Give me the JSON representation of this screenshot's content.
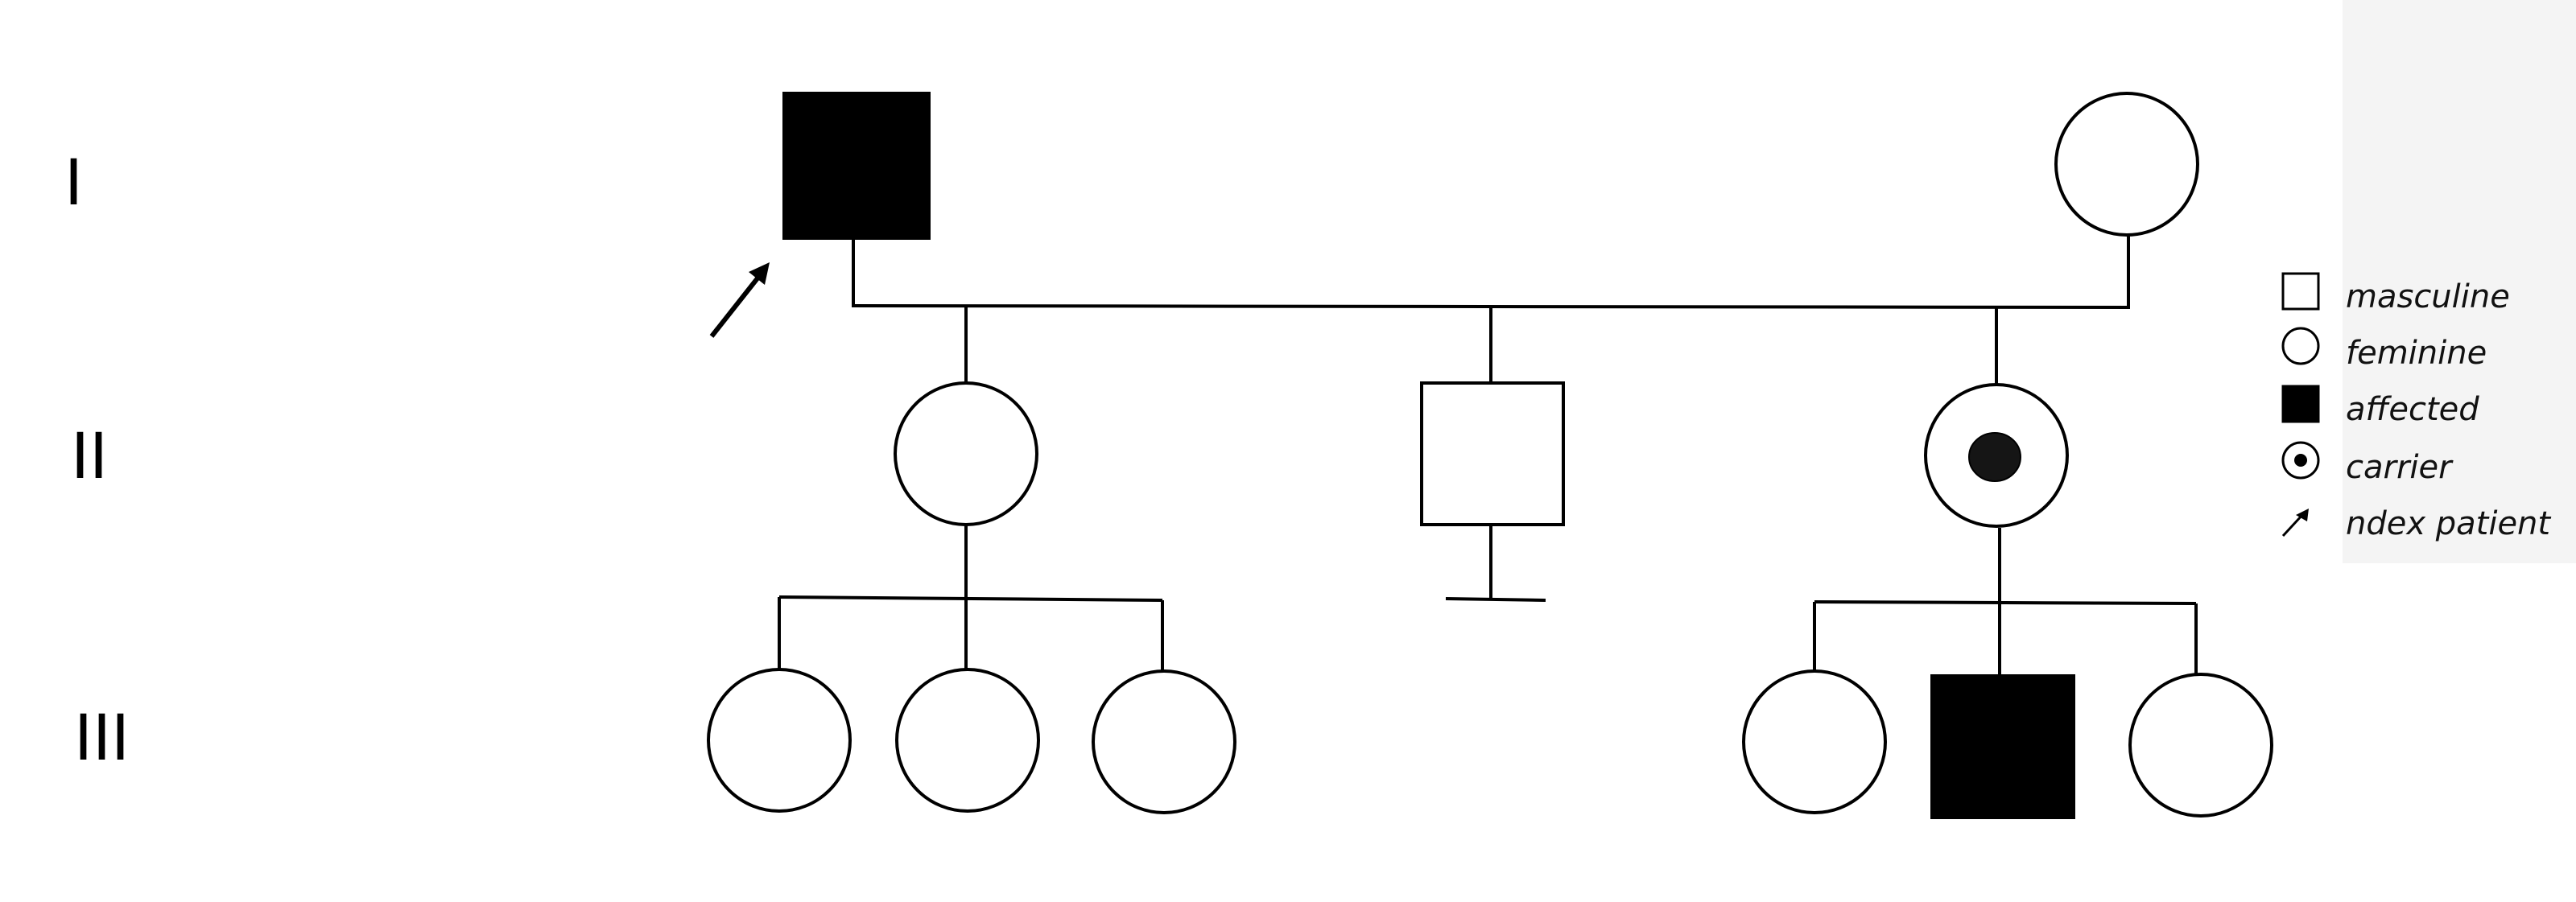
{
  "generations": [
    {
      "label": "I"
    },
    {
      "label": "II"
    },
    {
      "label": "III"
    }
  ],
  "individuals": {
    "I-1": {
      "sex": "male",
      "status": "affected",
      "index_patient": true
    },
    "I-2": {
      "sex": "female",
      "status": "unaffected"
    },
    "II-1": {
      "sex": "female",
      "status": "unaffected"
    },
    "II-2": {
      "sex": "male",
      "status": "unaffected",
      "no_offspring": true
    },
    "II-3": {
      "sex": "female",
      "status": "carrier"
    },
    "III-1": {
      "sex": "female",
      "status": "unaffected"
    },
    "III-2": {
      "sex": "female",
      "status": "unaffected"
    },
    "III-3": {
      "sex": "female",
      "status": "unaffected"
    },
    "III-4": {
      "sex": "female",
      "status": "unaffected"
    },
    "III-5": {
      "sex": "male",
      "status": "affected"
    },
    "III-6": {
      "sex": "female",
      "status": "unaffected"
    }
  },
  "legend": {
    "masculine": "masculine",
    "feminine": "feminine",
    "affected": "affected",
    "carrier": "carrier",
    "index_patient": "ndex patient"
  },
  "colors": {
    "stroke": "#000000",
    "fill_affected": "#000000",
    "background": "#ffffff",
    "legend_background": "#f4f4f4"
  }
}
